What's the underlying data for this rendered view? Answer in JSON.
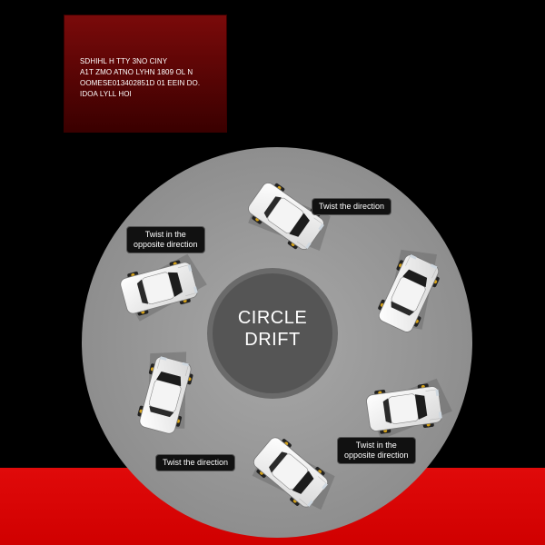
{
  "info_box": {
    "lines": [
      "SDHIHL H TTY 3NO CINY",
      "A1T ZMO ATNO LYHN 1809 OL N",
      "OOMESE013402851D 01 EEIN DO.",
      "IDOA LYLL HOI"
    ]
  },
  "center": {
    "line1": "CIRCLE",
    "line2": "DRIFT"
  },
  "callouts": {
    "top_right": "Twist the direction",
    "top_left": [
      "Twist in the",
      "opposite direction"
    ],
    "bottom_left": "Twist the direction",
    "bottom_right": [
      "Twist in the",
      "opposite direction"
    ]
  },
  "colors": {
    "background": "#000000",
    "band": "#e00a0a",
    "track": "#9a9a9a",
    "center_disc": "#5a5a5a",
    "info_box": "#6a0606",
    "car_body": "#ffffff"
  }
}
